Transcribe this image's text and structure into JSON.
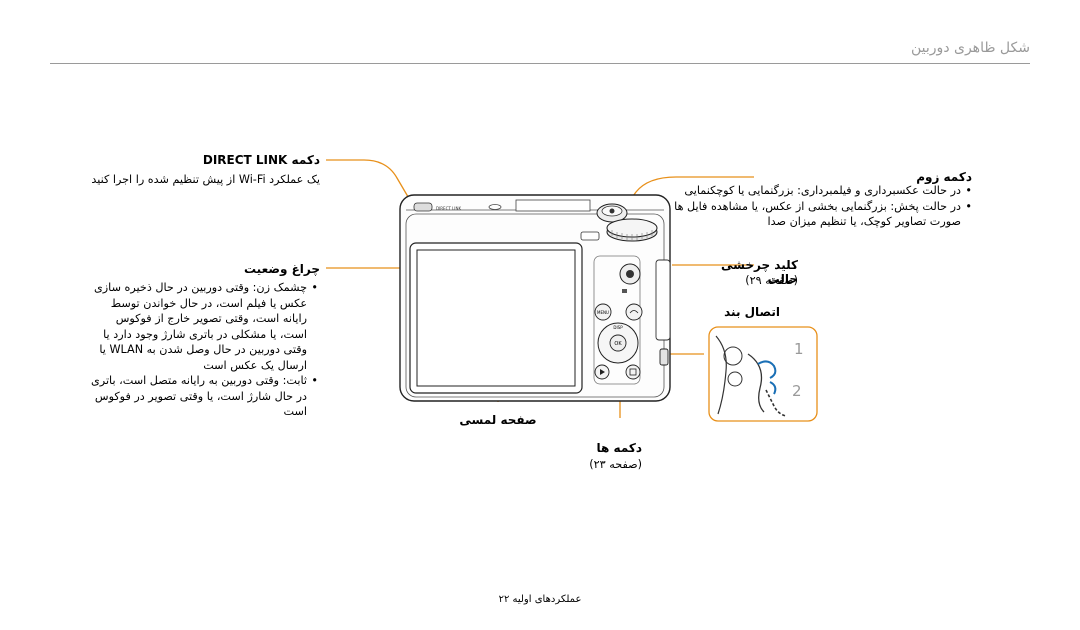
{
  "header": {
    "title": "شکل ظاهری دوربین"
  },
  "callouts": {
    "direct_link": {
      "label": "دکمه DIRECT LINK",
      "desc": "یک عملکرد Wi-Fi از پیش تنظیم شده را اجرا کنید"
    },
    "zoom": {
      "label": "دکمه زوم",
      "items": [
        "در حالت عکسبرداری و فیلمبرداری: بزرگنمایی یا کوچکنمایی",
        "در حالت پخش: بزرگنمایی بخشی از عکس، یا مشاهده فایل ها به صورت تصاویر کوچک، یا تنظیم میزان صدا"
      ]
    },
    "af_lamp": {
      "label": "چراغ وضعیت",
      "items": [
        "چشمک زن: وقتی دوربین در حال ذخیره سازی عکس یا فیلم است، در حال خواندن توسط رایانه است، وقتی تصویر خارج از فوکوس است، یا مشکلی در باتری شارژ وجود دارد یا وقتی دوربین در حال وصل شدن به WLAN یا ارسال یک عکس است",
        "ثابت: وقتی دوربین به رایانه متصل است، باتری در حال شارژ است، یا وقتی تصویر در فوکوس است"
      ]
    },
    "mode_dial": {
      "label": "کلید چرخشی حالت",
      "page": "(صفحه ۲۹)"
    },
    "strap": {
      "label": "اتصال بند"
    },
    "screen": {
      "label": "صفحه لمسی"
    },
    "buttons": {
      "label": "دکمه ها",
      "page": "(صفحه ۲۳)"
    }
  },
  "camera": {
    "direct_link_text": "DIRECT LINK",
    "button_labels": {
      "menu": "MENU",
      "disp": "DISP",
      "ok": "OK"
    }
  },
  "strap_numbers": {
    "one": "1",
    "two": "2"
  },
  "footer": {
    "text": "عملکردهای اولیه  ۲۲"
  },
  "colors": {
    "callout_line": "#e8901a",
    "header_text": "#9a9a9a",
    "accent_blue": "#1a6fb5"
  }
}
